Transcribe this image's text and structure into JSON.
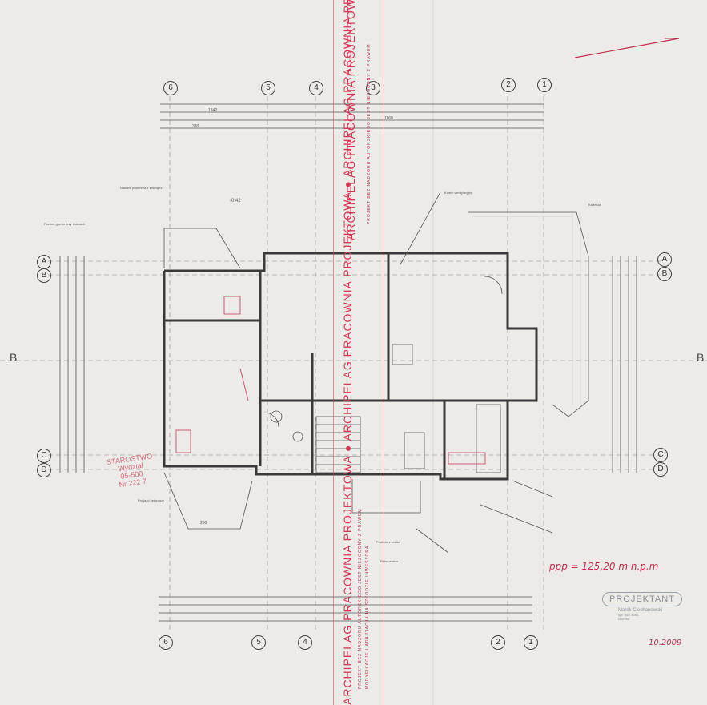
{
  "grid_axes": {
    "top": [
      "6",
      "5",
      "4",
      "3",
      "2",
      "1"
    ],
    "bottom": [
      "6",
      "5",
      "4",
      "2",
      "1"
    ],
    "left": [
      "A",
      "B",
      "C",
      "D"
    ],
    "right": [
      "A",
      "B",
      "C",
      "D"
    ]
  },
  "section_marks": {
    "left": "B",
    "right": "B"
  },
  "stamp": {
    "big_text": "ARCHIPELAG PRACOWNIA PROJEKTOWA",
    "repeated_text": "ARCHIPELAG PRACOWNIA PROJEKTOWA ● ARCHIPELAG PRACOWNIA PROJEKTOWA ● ARCHIPELAG PRACOWNIA PROJEKTOWA",
    "fine_print_1": "PROJEKT BEZ NADZORU AUTORSKIEGO JEST NIEZGODNY Z PRAWEM",
    "fine_print_2": "MODYFIKACJE I ADAPTACJA NA SZKODZIE INWESTORA"
  },
  "annotations": {
    "elevation": "ppp = 125,20 m n.p.m",
    "elevation_note_top": "-0,42",
    "note_terrain": "Poziom gruntu przy ścianach",
    "note_vent": "Nawiew powietrza z zewnątrz",
    "note_chimney": "Komin wentylacyjny",
    "note_ridge": "Kalenica",
    "note_terrace": "Podjazd betonowy",
    "note_bottom": "Rekuperator",
    "note_left": "Podłoże z kostki"
  },
  "office_stamp": {
    "line1": "STAROSTWO",
    "line2": "Wydział",
    "line3": "05-500",
    "line4": "Nr 222 7"
  },
  "designer_stamp": {
    "title": "PROJEKTANT",
    "name": "Marek Ciechanowski",
    "line1": "upr. bud. kons.",
    "line2": "Izba Inż.",
    "date": "10.2009"
  },
  "dims": {
    "top_row1": "1342",
    "top_row2": "1160",
    "top_row3": "380",
    "mid": "250"
  }
}
